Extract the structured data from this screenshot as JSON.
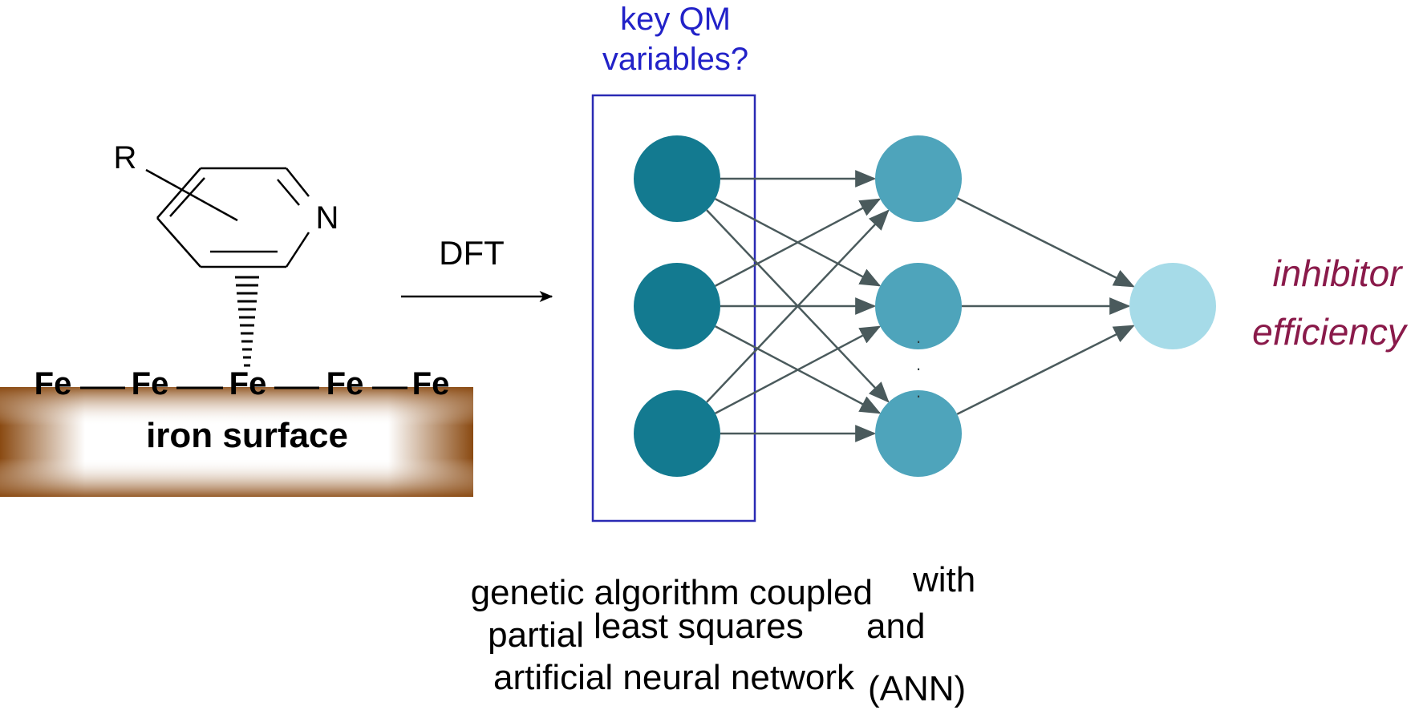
{
  "molecule": {
    "substituent": "R",
    "ring_atom": "N",
    "surface_atoms": [
      "Fe",
      "Fe",
      "Fe",
      "Fe",
      "Fe"
    ],
    "surface_label": "iron surface"
  },
  "arrow_label": "DFT",
  "input_box_label": [
    "key QM",
    "variables?"
  ],
  "network": {
    "input_nodes": 3,
    "hidden_nodes": 3,
    "output_nodes": 1,
    "ellipsis": [
      "·",
      "·",
      "·"
    ]
  },
  "output_label": [
    "inhibitor",
    "efficiency"
  ],
  "caption": {
    "line1": [
      "genetic algorithm coupled",
      "with"
    ],
    "line2": [
      "partial",
      "least squares",
      "and"
    ],
    "line3": [
      "artificial neural network",
      "(ANN)"
    ]
  },
  "colors": {
    "input_node": "#137a90",
    "hidden_node": "#4ea4bb",
    "output_node": "#a6dbe8",
    "edge": "#4a5a5c",
    "box": "#2a2ab4",
    "box_label": "#2222c8",
    "output_label": "#8a1a4a",
    "surface_dark": "#8a4a12",
    "surface_light": "#ffffff"
  }
}
